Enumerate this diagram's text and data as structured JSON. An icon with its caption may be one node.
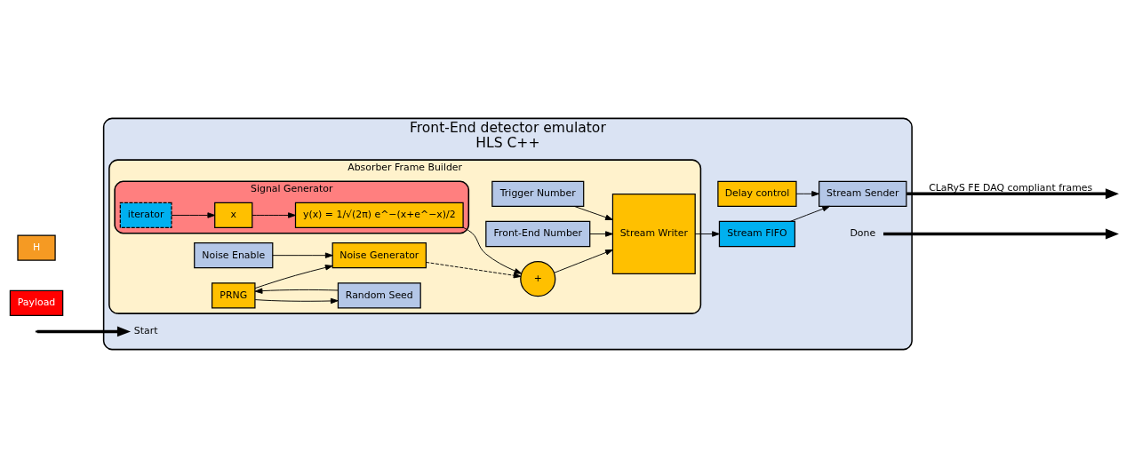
{
  "diagram": {
    "nodes": [
      {
        "text": [
          "Front-End detector emulator",
          "HLS C++"
        ]
      },
      {
        "text": [
          "Start"
        ],
        "in": 0
      },
      {
        "text": [
          "Absorber Frame Builder"
        ],
        "in": 0
      },
      {
        "text": [
          "Trigger Number"
        ],
        "in": 2
      },
      {
        "text": [
          "Front-End Number"
        ],
        "in": 2
      },
      {
        "text": [
          "Signal Generator"
        ],
        "in": 2
      },
      {
        "text": [
          "iterator"
        ],
        "in": 5
      },
      {
        "text": [
          "x"
        ],
        "in": 5
      },
      {
        "text": [
          "y(x) = 1/√(2π) e^−(x+e^−x)/2"
        ],
        "in": 5
      },
      {
        "text": [
          "+"
        ],
        "in": 2
      },
      {
        "text": [
          "Random Seed"
        ],
        "in": 2
      },
      {
        "text": [
          "PRNG"
        ],
        "in": 2
      },
      {
        "text": [
          "Noise Generator"
        ],
        "in": 2
      },
      {
        "text": [
          "Noise Enable"
        ],
        "in": 2
      },
      {
        "text": [
          "Stream Writer"
        ],
        "in": 2
      },
      {
        "text": [
          "Delay control"
        ],
        "in": 0
      },
      {
        "text": [
          "Stream FIFO"
        ],
        "in": 0
      },
      {
        "text": [
          "Stream Sender"
        ],
        "in": 0
      },
      {
        "text": [
          "Done"
        ],
        "in": 0
      },
      {
        "text": [
          "H"
        ]
      },
      {
        "text": [
          "Payload"
        ]
      }
    ],
    "edges": [
      {
        "from": null,
        "to": 1,
        "arrow": "to",
        "style": "thick"
      },
      {
        "from": 3,
        "to": 14,
        "arrow": "to"
      },
      {
        "from": 4,
        "to": 14,
        "arrow": "to"
      },
      {
        "from": 6,
        "to": 7,
        "arrow": "to"
      },
      {
        "from": 7,
        "to": 8,
        "arrow": "to"
      },
      {
        "from": 8,
        "to": 9,
        "arrow": "to"
      },
      {
        "from": 12,
        "to": 9,
        "arrow": "to",
        "style": "dashed"
      },
      {
        "from": 9,
        "to": 14,
        "arrow": "to"
      },
      {
        "from": 10,
        "to": 11,
        "arrow": "to"
      },
      {
        "from": 11,
        "to": 12,
        "arrow": "to"
      },
      {
        "from": 11,
        "to": 10,
        "arrow": "to"
      },
      {
        "from": 13,
        "to": 12,
        "arrow": "to"
      },
      {
        "from": 14,
        "to": 16,
        "arrow": "to"
      },
      {
        "from": 16,
        "to": 17,
        "arrow": "to"
      },
      {
        "from": 15,
        "to": 17,
        "arrow": "to"
      },
      {
        "from": 17,
        "to": null,
        "arrow": "to",
        "label": "CLaRyS FE DAQ compliant frames",
        "style": "thick"
      },
      {
        "from": 18,
        "to": null,
        "arrow": "to",
        "style": "thick"
      }
    ]
  }
}
